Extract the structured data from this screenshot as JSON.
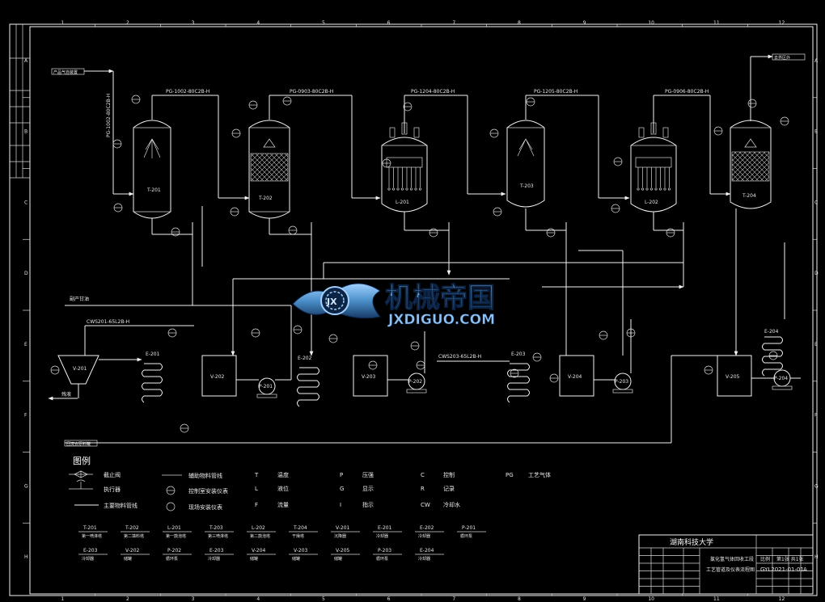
{
  "drawing": {
    "border_columns": [
      "1",
      "2",
      "3",
      "4",
      "5",
      "6",
      "7",
      "8",
      "9",
      "10",
      "11",
      "12"
    ],
    "border_rows": [
      "A",
      "B",
      "C",
      "D",
      "E",
      "F",
      "G",
      "H"
    ],
    "equipment_tags": {
      "t201": "T-201",
      "t202": "T-202",
      "l201": "L-201",
      "t203": "T-203",
      "l202": "L-202",
      "t204": "T-204",
      "e201": "E-201",
      "e202": "E-202",
      "e203": "E-203",
      "e204": "E-204",
      "v201": "V-201",
      "v202": "V-202",
      "v203": "V-203",
      "v204": "V-204",
      "v205": "V-205",
      "p201": "P-201",
      "p202": "P-202",
      "p203": "P-203",
      "p204": "P-204"
    },
    "line_labels": {
      "pg1": "PG-1002-80C2B-H",
      "pg2": "PG-0903-80C2B-H",
      "pg3": "PG-1204-80C2B-H",
      "pg4": "PG-1205-80C2B-H",
      "pg5": "PG-0906-80C2B-H",
      "cw1": "CWS201-65L2B-H",
      "cw2": "CWS203-65L2B-H"
    },
    "stream_labels": {
      "inlet": "产品气自装置",
      "outlet": "去界区外",
      "product": "副产甘油",
      "bottoms": "残液",
      "recycle": "回流去原料罐"
    }
  },
  "legend": {
    "title": "图例",
    "symbols": [
      {
        "label": "截止阀"
      },
      {
        "label": "执行器"
      },
      {
        "label": "主要物料管线"
      },
      {
        "label": "辅助物料管线"
      },
      {
        "label": "控制室安装仪表"
      },
      {
        "label": "现场安装仪表"
      }
    ],
    "letters": [
      {
        "code": "T",
        "meaning": "温度"
      },
      {
        "code": "L",
        "meaning": "液位"
      },
      {
        "code": "F",
        "meaning": "流量"
      },
      {
        "code": "P",
        "meaning": "压强"
      },
      {
        "code": "G",
        "meaning": "显示"
      },
      {
        "code": "I",
        "meaning": "指示"
      },
      {
        "code": "C",
        "meaning": "控制"
      },
      {
        "code": "R",
        "meaning": "记录"
      },
      {
        "code": "CW",
        "meaning": "冷却水"
      },
      {
        "code": "PG",
        "meaning": "工艺气体"
      }
    ],
    "equip_row1": [
      {
        "tag": "T-201",
        "name": "第一喷淋塔"
      },
      {
        "tag": "T-202",
        "name": "第二填料塔"
      },
      {
        "tag": "L-201",
        "name": "第一鼓泡塔"
      },
      {
        "tag": "T-203",
        "name": "第三喷淋塔"
      },
      {
        "tag": "L-202",
        "name": "第二鼓泡塔"
      },
      {
        "tag": "T-204",
        "name": "干燥塔"
      },
      {
        "tag": "V-201",
        "name": "沉降器"
      },
      {
        "tag": "E-201",
        "name": "冷却器"
      },
      {
        "tag": "E-202",
        "name": "冷却器"
      },
      {
        "tag": "P-201",
        "name": "循环泵"
      }
    ],
    "equip_row2": [
      {
        "tag": "E-203",
        "name": "冷却器"
      },
      {
        "tag": "V-202",
        "name": "储罐"
      },
      {
        "tag": "P-202",
        "name": "循环泵"
      },
      {
        "tag": "E-203",
        "name": "冷却器"
      },
      {
        "tag": "V-204",
        "name": "储罐"
      },
      {
        "tag": "V-203",
        "name": "储罐"
      },
      {
        "tag": "V-205",
        "name": "储罐"
      },
      {
        "tag": "P-203",
        "name": "循环泵"
      },
      {
        "tag": "E-204",
        "name": "冷却器"
      }
    ]
  },
  "title_block": {
    "school": "湖南科技大学",
    "drawing_name": "工艺管道及仪表流程图",
    "project": "氯化氢气体回收工段",
    "drawing_no": "GYL2021-01-01",
    "revision": "A",
    "scale_label": "比例",
    "sheet_label": "第1张 共1张"
  },
  "watermark": {
    "chinese": "机械帝国",
    "latin": "JXDIGUO.COM",
    "badge": "JX"
  },
  "colors": {
    "background": "#000000",
    "linework": "#f2f2f2",
    "watermark_blue": "#4b8fc9",
    "watermark_dark": "#163a66"
  }
}
